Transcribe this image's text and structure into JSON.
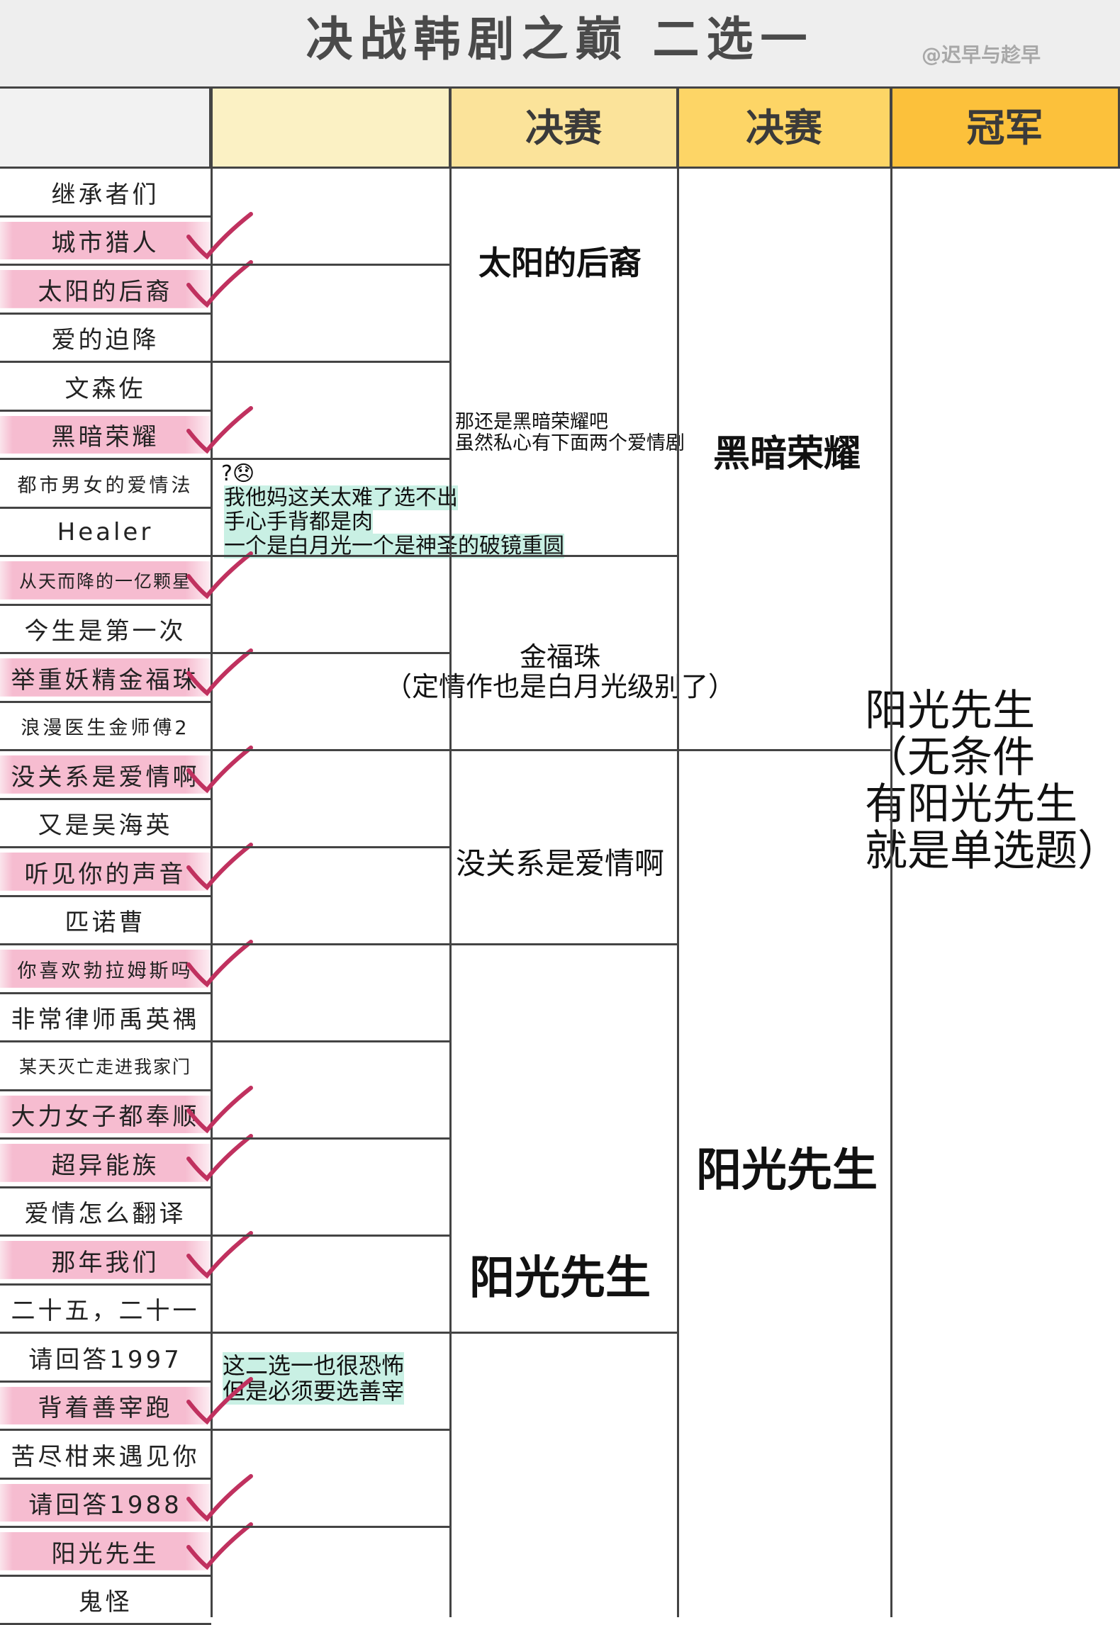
{
  "title": "决战韩剧之巅 二选一",
  "watermark": "@迟早与趁早",
  "headers": [
    "",
    "",
    "决赛",
    "冠军"
  ],
  "colors": {
    "header1": "#fbf1c4",
    "header2": "#fbe39a",
    "header3": "#fdd566",
    "header4": "#fcc13b",
    "highlight_pink": "#f6bcd0",
    "check_mark": "#c0315f",
    "note_highlight": "#c9f0e4"
  },
  "dramas": [
    {
      "name": "继承者们",
      "checked": false
    },
    {
      "name": "城市猎人",
      "checked": true
    },
    {
      "name": "太阳的后裔",
      "checked": true
    },
    {
      "name": "爱的迫降",
      "checked": false
    },
    {
      "name": "文森佐",
      "checked": false
    },
    {
      "name": "黑暗荣耀",
      "checked": true
    },
    {
      "name": "都市男女的爱情法",
      "checked": false
    },
    {
      "name": "Healer",
      "checked": false
    },
    {
      "name": "从天而降的一亿颗星",
      "checked": true
    },
    {
      "name": "今生是第一次",
      "checked": false
    },
    {
      "name": "举重妖精金福珠",
      "checked": true
    },
    {
      "name": "浪漫医生金师傅2",
      "checked": false
    },
    {
      "name": "没关系是爱情啊",
      "checked": true
    },
    {
      "name": "又是吴海英",
      "checked": false
    },
    {
      "name": "听见你的声音",
      "checked": true
    },
    {
      "name": "匹诺曹",
      "checked": false
    },
    {
      "name": "你喜欢勃拉姆斯吗",
      "checked": true
    },
    {
      "name": "非常律师禹英禑",
      "checked": false
    },
    {
      "name": "某天灭亡走进我家门",
      "checked": false
    },
    {
      "name": "大力女子都奉顺",
      "checked": true
    },
    {
      "name": "超异能族",
      "checked": true
    },
    {
      "name": "爱情怎么翻译",
      "checked": false
    },
    {
      "name": "那年我们",
      "checked": true
    },
    {
      "name": "二十五，二十一",
      "checked": false
    },
    {
      "name": "请回答1997",
      "checked": false
    },
    {
      "name": "背着善宰跑",
      "checked": true
    },
    {
      "name": "苦尽柑来遇见你",
      "checked": false
    },
    {
      "name": "请回答1988",
      "checked": true
    },
    {
      "name": "阳光先生",
      "checked": true
    },
    {
      "name": "鬼怪",
      "checked": false
    }
  ],
  "round2": [
    {
      "winner": "太阳的后裔"
    },
    {
      "winner": "那还是黑暗荣耀吧",
      "note2": "虽然私心有下面两个爱情剧"
    },
    {
      "winner": "金福珠",
      "note2": "（定情作也是白月光级别了）"
    },
    {
      "winner": "没关系是爱情啊"
    },
    {
      "winner": "阳光先生"
    }
  ],
  "comments": {
    "c1": [
      "?😞",
      "我他妈这关太难了选不出",
      "手心手背都是肉",
      "一个是白月光一个是神圣的破镜重圆"
    ],
    "c2": [
      "这二选一也很恐怖",
      "但是必须要选善宰"
    ]
  },
  "final": [
    "黑暗荣耀",
    "阳光先生"
  ],
  "champion": [
    "阳光先生",
    "（无条件",
    "有阳光先生",
    "就是单选题）"
  ]
}
